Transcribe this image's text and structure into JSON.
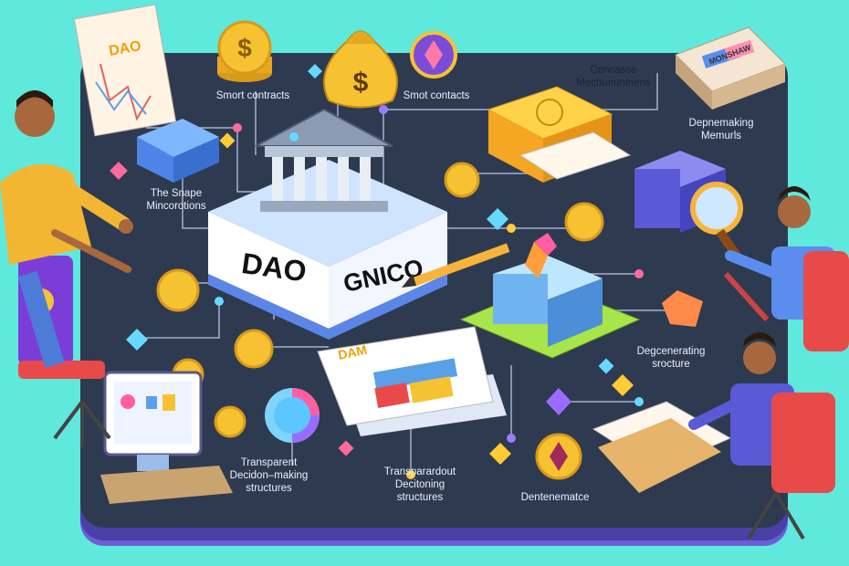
{
  "center": {
    "word1": "DAO",
    "word2": "GNICO"
  },
  "labels": {
    "top_smart_left": "Smort contracts",
    "top_smart_right": "Smot contacts",
    "left_mid": "The Snape\nMincorotions",
    "right_top": "Concasse\nMechununinens",
    "right_mid": "Depnemaking\nMemurls",
    "right_low": "Degcenerating\nsrocture",
    "bottom_left": "Transparent\nDecidon–making\nstructures",
    "bottom_mid": "Transparardout\nDecitoning\nstructures",
    "bottom_right": "Dentenematce"
  },
  "doc_top_left": "DAO",
  "doc_bottom": "DAM",
  "box_sign": "MONSHAW",
  "coin_symbol": "$",
  "colors": {
    "background": "#5fe8dc",
    "board": "#2e3a4f",
    "gold": "#f6c232",
    "purple": "#7a4dd8"
  }
}
